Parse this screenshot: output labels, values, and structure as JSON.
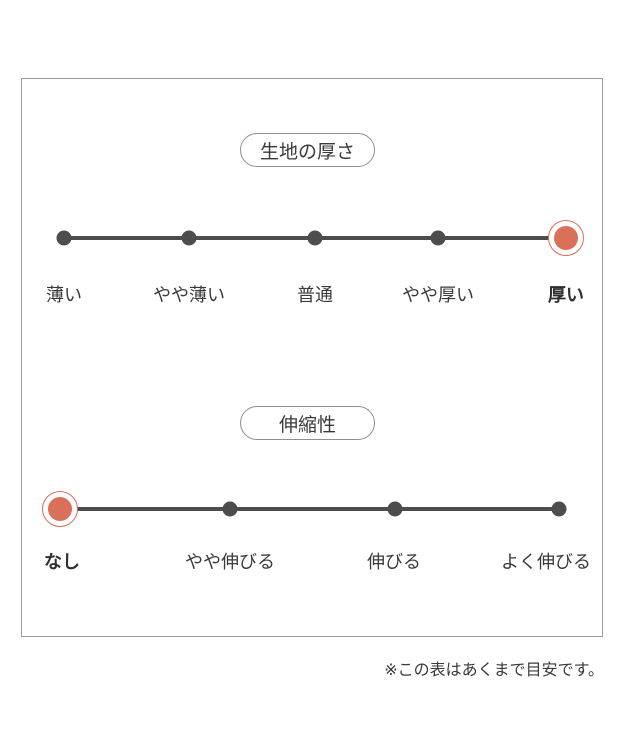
{
  "thickness": {
    "title": "生地の厚さ",
    "options": [
      "薄い",
      "やや薄い",
      "普通",
      "やや厚い",
      "厚い"
    ],
    "selected": "厚い",
    "selected_index": 4
  },
  "stretch": {
    "title": "伸縮性",
    "options": [
      "なし",
      "やや伸びる",
      "伸びる",
      "よく伸びる"
    ],
    "selected": "なし",
    "selected_index": 0
  },
  "note": "※この表はあくまで目安です。",
  "colors": {
    "accent": "#d9705a",
    "line": "#4d4d4d",
    "border": "#9a9a9a"
  }
}
